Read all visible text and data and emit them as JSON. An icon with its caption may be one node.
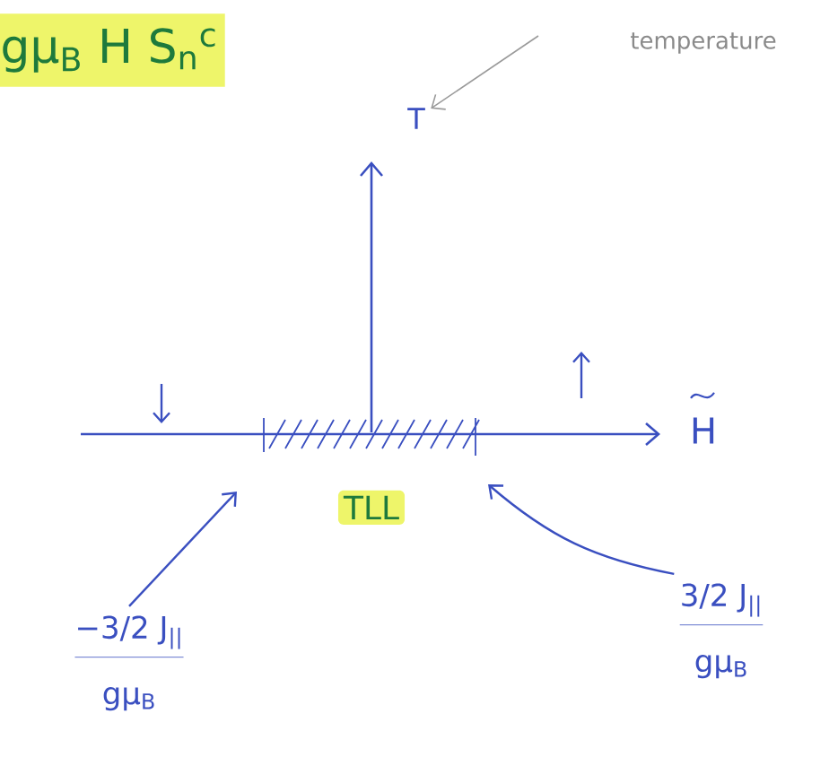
{
  "diagram": {
    "nodes": [
      {
        "text": [
          "temperature"
        ]
      },
      {
        "text": [
          "T"
        ]
      },
      {
        "text": [
          "H"
        ]
      },
      {
        "text": [
          "TLL"
        ]
      },
      {
        "text": [
          "−3/2 J$_{||}$",
          "gμ$_{B}$"
        ]
      },
      {
        "text": [
          "3/2 J$_{||}$",
          "gμ$_{B}$"
        ]
      }
    ],
    "edges": [
      {
        "from": 0,
        "to": 1,
        "arrow": "to",
        "color": "#9a9a9a"
      },
      {
        "from": 4,
        "to": null,
        "arrow": "to"
      },
      {
        "from": 5,
        "to": null,
        "arrow": "to"
      }
    ],
    "labels": [
      "gμ$_{B}$ H S$_{n}$$^{c}$"
    ]
  }
}
